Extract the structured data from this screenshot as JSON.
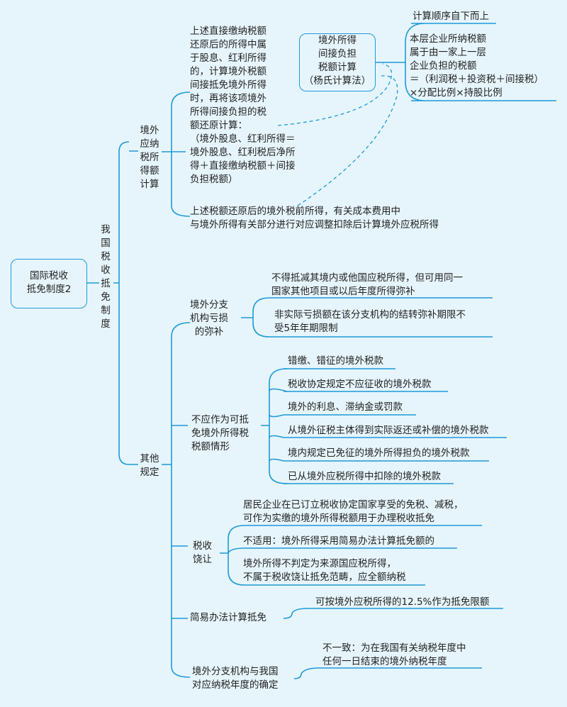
{
  "root": {
    "title": "国际税收\n抵免制度2"
  },
  "level1": "我\n国\n税\n收\n抵\n免\n制\n度",
  "section1": {
    "title": "境外\n应纳\n税所\n得额\n计算",
    "text1": "上述直接缴纳税额\n还原后的所得中属\n于股息、红利所得\n的，计算境外税额\n间接抵免境外所得\n时，再将该项境外\n所得间接负担的税\n额还原计算：\n（境外股息、红利所得＝\n境外股息、红利税后净所\n得＋直接缴纳税额＋间接\n负担税额）",
    "yang_box": "境外所得\n间接负担\n税额计算\n（杨氏计算法）",
    "order": "计算顺序自下而上",
    "formula": "本层企业所纳税额\n属于由一家上一层\n企业负担的税额\n＝（利润税＋投资税＋间接税）\n×分配比例×持股比例",
    "text2": "上述税额还原后的境外税前所得，有关成本费用中\n与境外所得有关部分进行对应调整扣除后计算境外应税所得"
  },
  "section2": {
    "title": "其他\n规定",
    "loss": {
      "title": "境外分支\n机构亏损\n的弥补",
      "items": [
        "不得抵减其境内或他国应税所得，但可用同一\n国家其他项目或以后年度所得弥补",
        "非实际亏损额在该分支机构的结转弥补期限不\n受5年年期限制"
      ]
    },
    "non_credit": {
      "title": "不应作为可抵\n免境外所得税\n税额情形",
      "items": [
        "错缴、错征的境外税款",
        "税收协定规定不应征收的境外税款",
        "境外的利息、滞纳金或罚款",
        "从境外征税主体得到实际返还或补偿的境外税款",
        "境内规定已免征的境外所得担负的境外税款",
        "已从境外应税所得中扣除的境外税款"
      ]
    },
    "sparing": {
      "title": "税收\n饶让",
      "items": [
        "居民企业在已订立税收协定国家享受的免税、减税，\n可作为实缴的境外所得税额用于办理税收抵免",
        "不适用：境外所得采用简易办法计算抵免额的",
        "境外所得不判定为来源国应税所得，\n不属于税收饶让抵免范畴，应全额纳税"
      ]
    },
    "simple": {
      "title": "简易办法计算抵免",
      "item": "可按境外应税所得的12.5%作为抵免限额"
    },
    "year": {
      "title": "境外分支机构与我国\n对应纳税年度的确定",
      "item": "不一致：为在我国有关纳税年度中\n任何一日结束的境外纳税年度"
    }
  },
  "colors": {
    "line": "#1e9ad6",
    "background": "#e6f5fc"
  }
}
